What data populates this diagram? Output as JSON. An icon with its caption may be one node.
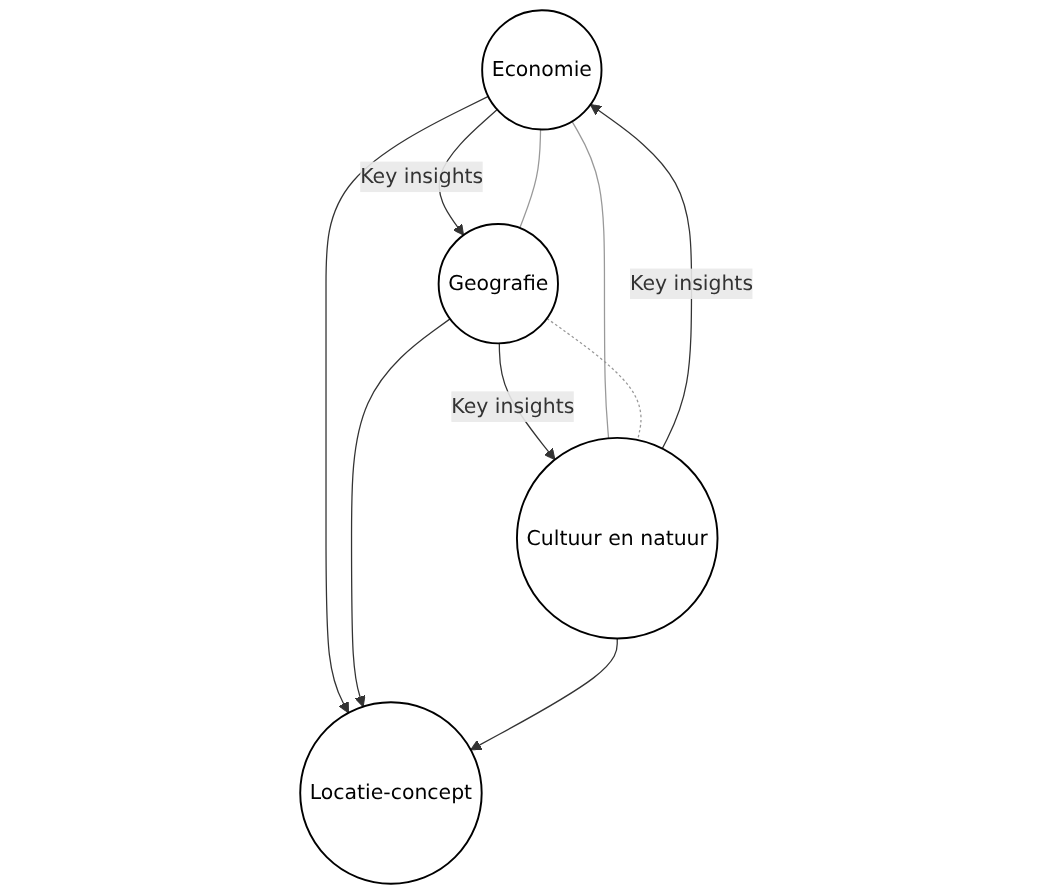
{
  "diagram": {
    "nodes": [
      {
        "text": [
          "Economie"
        ]
      },
      {
        "text": [
          "Locatie-concept"
        ]
      },
      {
        "text": [
          "Geografie"
        ]
      },
      {
        "text": [
          "Cultuur en natuur"
        ]
      }
    ],
    "edges": [
      {
        "from": 0,
        "to": 2,
        "arrow": "to",
        "label": "Key insights"
      },
      {
        "from": 2,
        "to": 3,
        "arrow": "to",
        "label": "Key insights"
      },
      {
        "from": 3,
        "to": 0,
        "arrow": "to",
        "label": "Key insights"
      },
      {
        "from": 0,
        "to": 1,
        "arrow": "to"
      },
      {
        "from": 2,
        "to": 1,
        "arrow": "to"
      },
      {
        "from": 3,
        "to": 1,
        "arrow": "to"
      },
      {
        "from": 0,
        "to": 2,
        "arrow": "none",
        "color": "#999999"
      },
      {
        "from": 0,
        "to": 3,
        "arrow": "none",
        "color": "#999999"
      },
      {
        "from": 2,
        "to": 3,
        "arrow": "none",
        "style": "dashed",
        "color": "#999999"
      }
    ]
  }
}
